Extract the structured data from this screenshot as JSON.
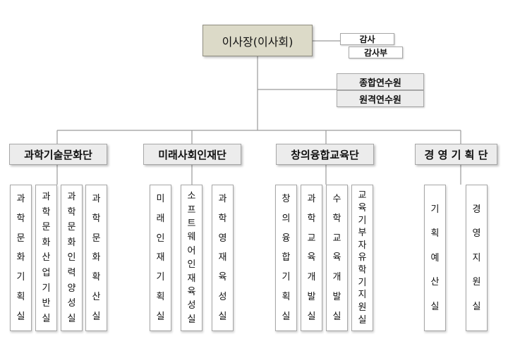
{
  "chairman": "이사장(이사회)",
  "audit": [
    "감사",
    "감사부"
  ],
  "institutes": [
    "종합연수원",
    "원격연수원"
  ],
  "divisions": [
    {
      "name": "과학기술문화단",
      "offices": [
        "과학문화기획실",
        "과학문화산업기반실",
        "과학문화인력양성실",
        "과학문화확산실"
      ]
    },
    {
      "name": "미래사회인재단",
      "offices": [
        "미래인재기획실",
        "소프트웨어인재육성실",
        "과학영재육성실"
      ]
    },
    {
      "name": "창의융합교육단",
      "offices": [
        "창의융합기획실",
        "과학교육개발실",
        "수학교육개발실",
        "교육기부자유학기지원실"
      ]
    },
    {
      "name": "경 영 기 획 단",
      "offices": [
        "기획예산실",
        "경영지원실"
      ]
    }
  ]
}
